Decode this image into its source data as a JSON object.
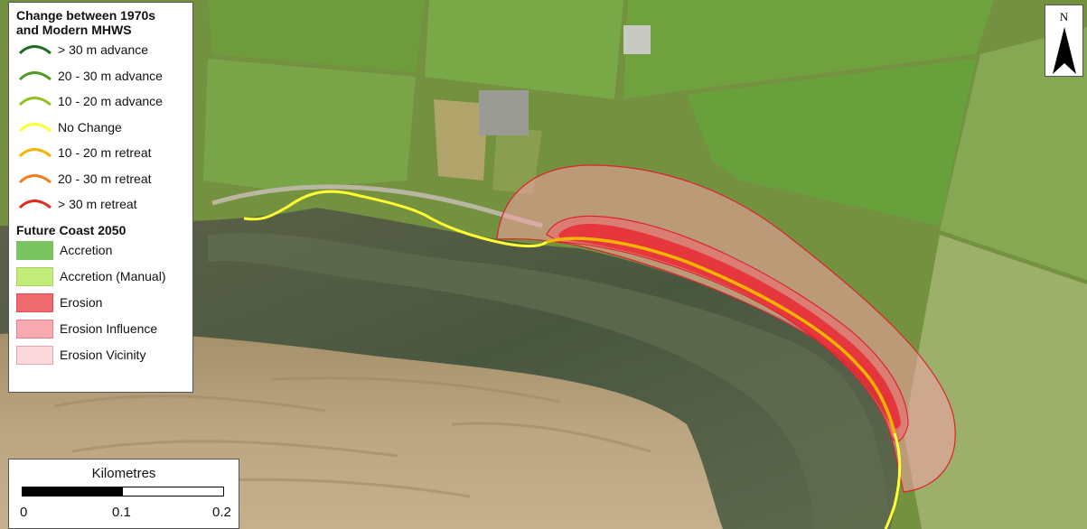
{
  "legend": {
    "title_change": "Change between 1970s\nand Modern MHWS",
    "title_line1": "Change between 1970s",
    "title_line2": "and Modern MHWS",
    "change_items": [
      {
        "label": "> 30 m advance",
        "color": "#1f6b1f"
      },
      {
        "label": "20 - 30 m advance",
        "color": "#4f9a22"
      },
      {
        "label": "10 - 20 m advance",
        "color": "#94c11f"
      },
      {
        "label": "No Change",
        "color": "#ffff33"
      },
      {
        "label": "10 - 20 m retreat",
        "color": "#f5b400"
      },
      {
        "label": "20 - 30 m retreat",
        "color": "#f07f1a"
      },
      {
        "label": "> 30 m retreat",
        "color": "#e02a1f"
      }
    ],
    "title_future": "Future Coast 2050",
    "future_items": [
      {
        "label": "Accretion",
        "fill": "#79c461",
        "border": "#79c461"
      },
      {
        "label": "Accretion (Manual)",
        "fill": "#c4ec7a",
        "border": "#a4d45a"
      },
      {
        "label": "Erosion",
        "fill": "#ee6a6e",
        "border": "#dd5054"
      },
      {
        "label": "Erosion Influence",
        "fill": "#f8aab0",
        "border": "#e68088"
      },
      {
        "label": "Erosion Vicinity",
        "fill": "#fcd9dc",
        "border": "#eaa2aa"
      }
    ]
  },
  "scale": {
    "title": "Kilometres",
    "ticks": [
      "0",
      "0.1",
      "0.2"
    ]
  },
  "north": {
    "label": "N"
  },
  "colors": {
    "no_change": "#ffff33",
    "retreat_10_20": "#f5b400",
    "erosion": "#e8202a",
    "erosion_influence": "#f6a3a8",
    "outline": "#d9262c"
  }
}
